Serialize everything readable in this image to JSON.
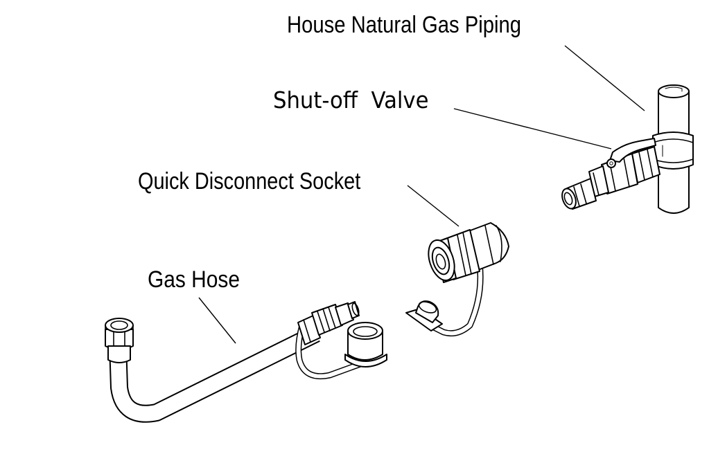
{
  "diagram": {
    "labels": {
      "house_piping": "House Natural Gas Piping",
      "shutoff_valve": "Shut-off  Valve",
      "disconnect_socket": "Quick Disconnect Socket",
      "gas_hose": "Gas Hose"
    },
    "colors": {
      "line": "#000000",
      "background": "#ffffff"
    }
  }
}
